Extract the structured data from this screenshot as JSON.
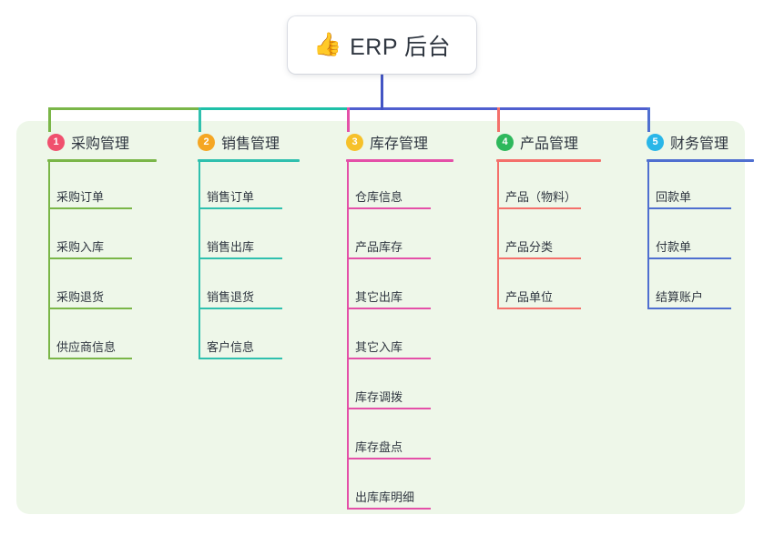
{
  "root": {
    "emoji": "👍",
    "emoji_name": "thumbs-up-icon",
    "title": "ERP 后台"
  },
  "colors": {
    "panel_bg": "#eef7e9",
    "card_bg": "#ffffff",
    "text": "#2f3640",
    "stem": "#4355c4",
    "bar_left": "#7ab648",
    "bar_mid": "#1ec0a8",
    "bar_right": "#4f5fcf"
  },
  "branches": [
    {
      "number": "1",
      "title": "采购管理",
      "badge_color": "#f0506e",
      "line_color": "#7ab648",
      "drop_color": "#7ab648",
      "items": [
        "采购订单",
        "采购入库",
        "采购退货",
        "供应商信息"
      ]
    },
    {
      "number": "2",
      "title": "销售管理",
      "badge_color": "#f5a623",
      "line_color": "#2fc0ae",
      "drop_color": "#2fc0ae",
      "items": [
        "销售订单",
        "销售出库",
        "销售退货",
        "客户信息"
      ]
    },
    {
      "number": "3",
      "title": "库存管理",
      "badge_color": "#f6c12a",
      "line_color": "#e450a8",
      "drop_color": "#e450a8",
      "items": [
        "仓库信息",
        "产品库存",
        "其它出库",
        "其它入库",
        "库存调拨",
        "库存盘点",
        "出库库明细"
      ]
    },
    {
      "number": "4",
      "title": "产品管理",
      "badge_color": "#2eb85c",
      "line_color": "#f4706b",
      "drop_color": "#f4706b",
      "items": [
        "产品（物料）",
        "产品分类",
        "产品单位"
      ]
    },
    {
      "number": "5",
      "title": "财务管理",
      "badge_color": "#29b6e8",
      "line_color": "#4f6fd0",
      "drop_color": "#4f6fd0",
      "items": [
        "回款单",
        "付款单",
        "结算账户"
      ]
    }
  ]
}
